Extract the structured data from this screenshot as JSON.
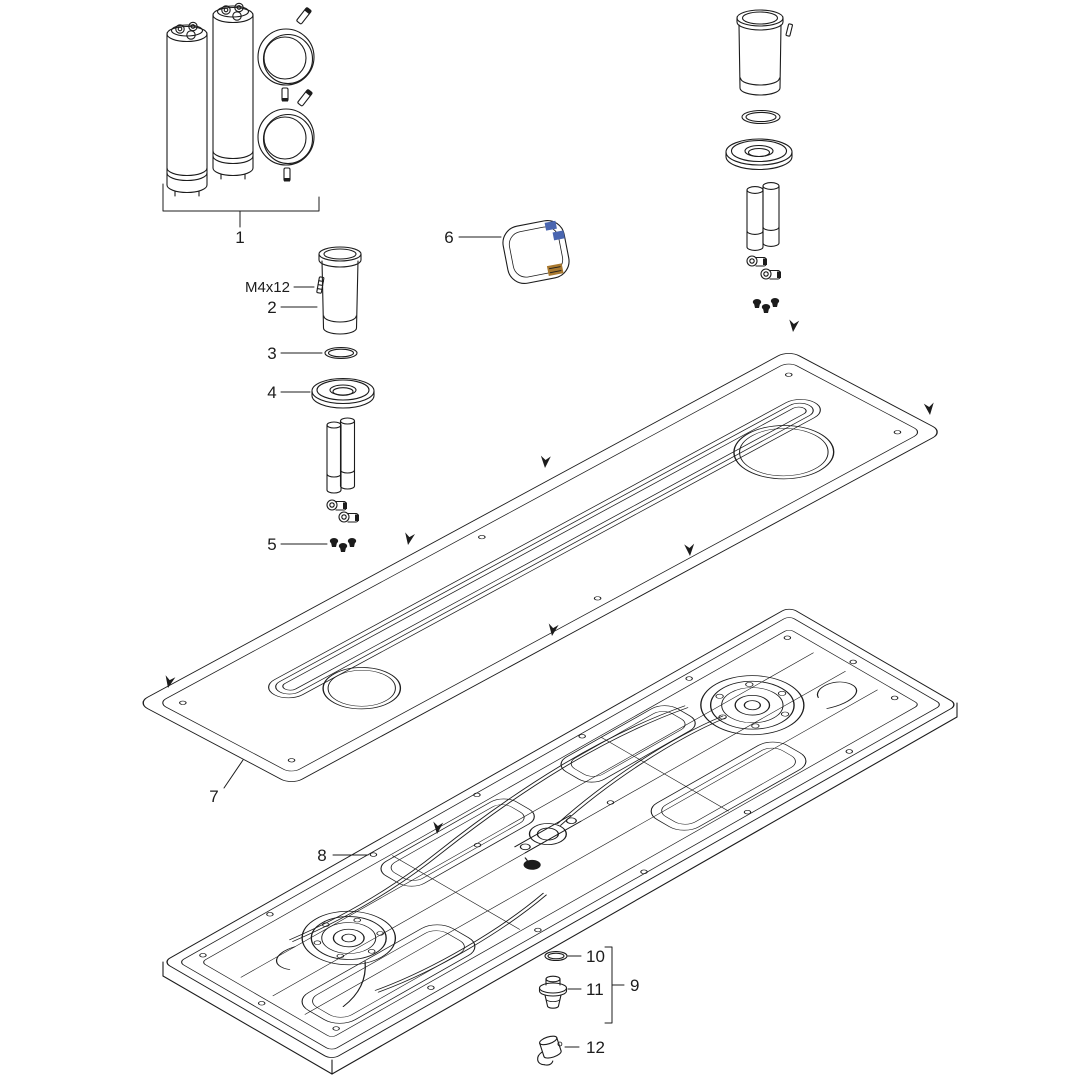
{
  "page": {
    "kind": "exploded-parts-diagram",
    "background": "#ffffff"
  },
  "callouts": {
    "part1": "1",
    "part2": "2",
    "part3": "3",
    "part4": "4",
    "part5": "5",
    "part6": "6",
    "part7": "7",
    "part8": "8",
    "part9": "9",
    "part10": "10",
    "part11": "11",
    "part12": "12",
    "screw_spec": "M4x12"
  },
  "legend": [
    {
      "callout": "1",
      "component": "cartridge-pair-with-coiled-hoses"
    },
    {
      "callout": "M4x12",
      "component": "fixing-screw"
    },
    {
      "callout": "2",
      "component": "connection-sleeve"
    },
    {
      "callout": "3",
      "component": "o-ring-seal"
    },
    {
      "callout": "4",
      "component": "escutcheon-rosette"
    },
    {
      "callout": "5",
      "component": "screw-set"
    },
    {
      "callout": "6",
      "component": "control-module"
    },
    {
      "callout": "7",
      "component": "cover-panel"
    },
    {
      "callout": "8",
      "component": "base-unit-chassis"
    },
    {
      "callout": "9",
      "component": "outlet-set"
    },
    {
      "callout": "10",
      "component": "o-ring"
    },
    {
      "callout": "11",
      "component": "outlet-nipple"
    },
    {
      "callout": "12",
      "component": "securing-clip"
    }
  ],
  "colors": {
    "line": "#1c1c1c",
    "connector_blue": "#4a66b0",
    "connector_orange": "#a9792f"
  }
}
